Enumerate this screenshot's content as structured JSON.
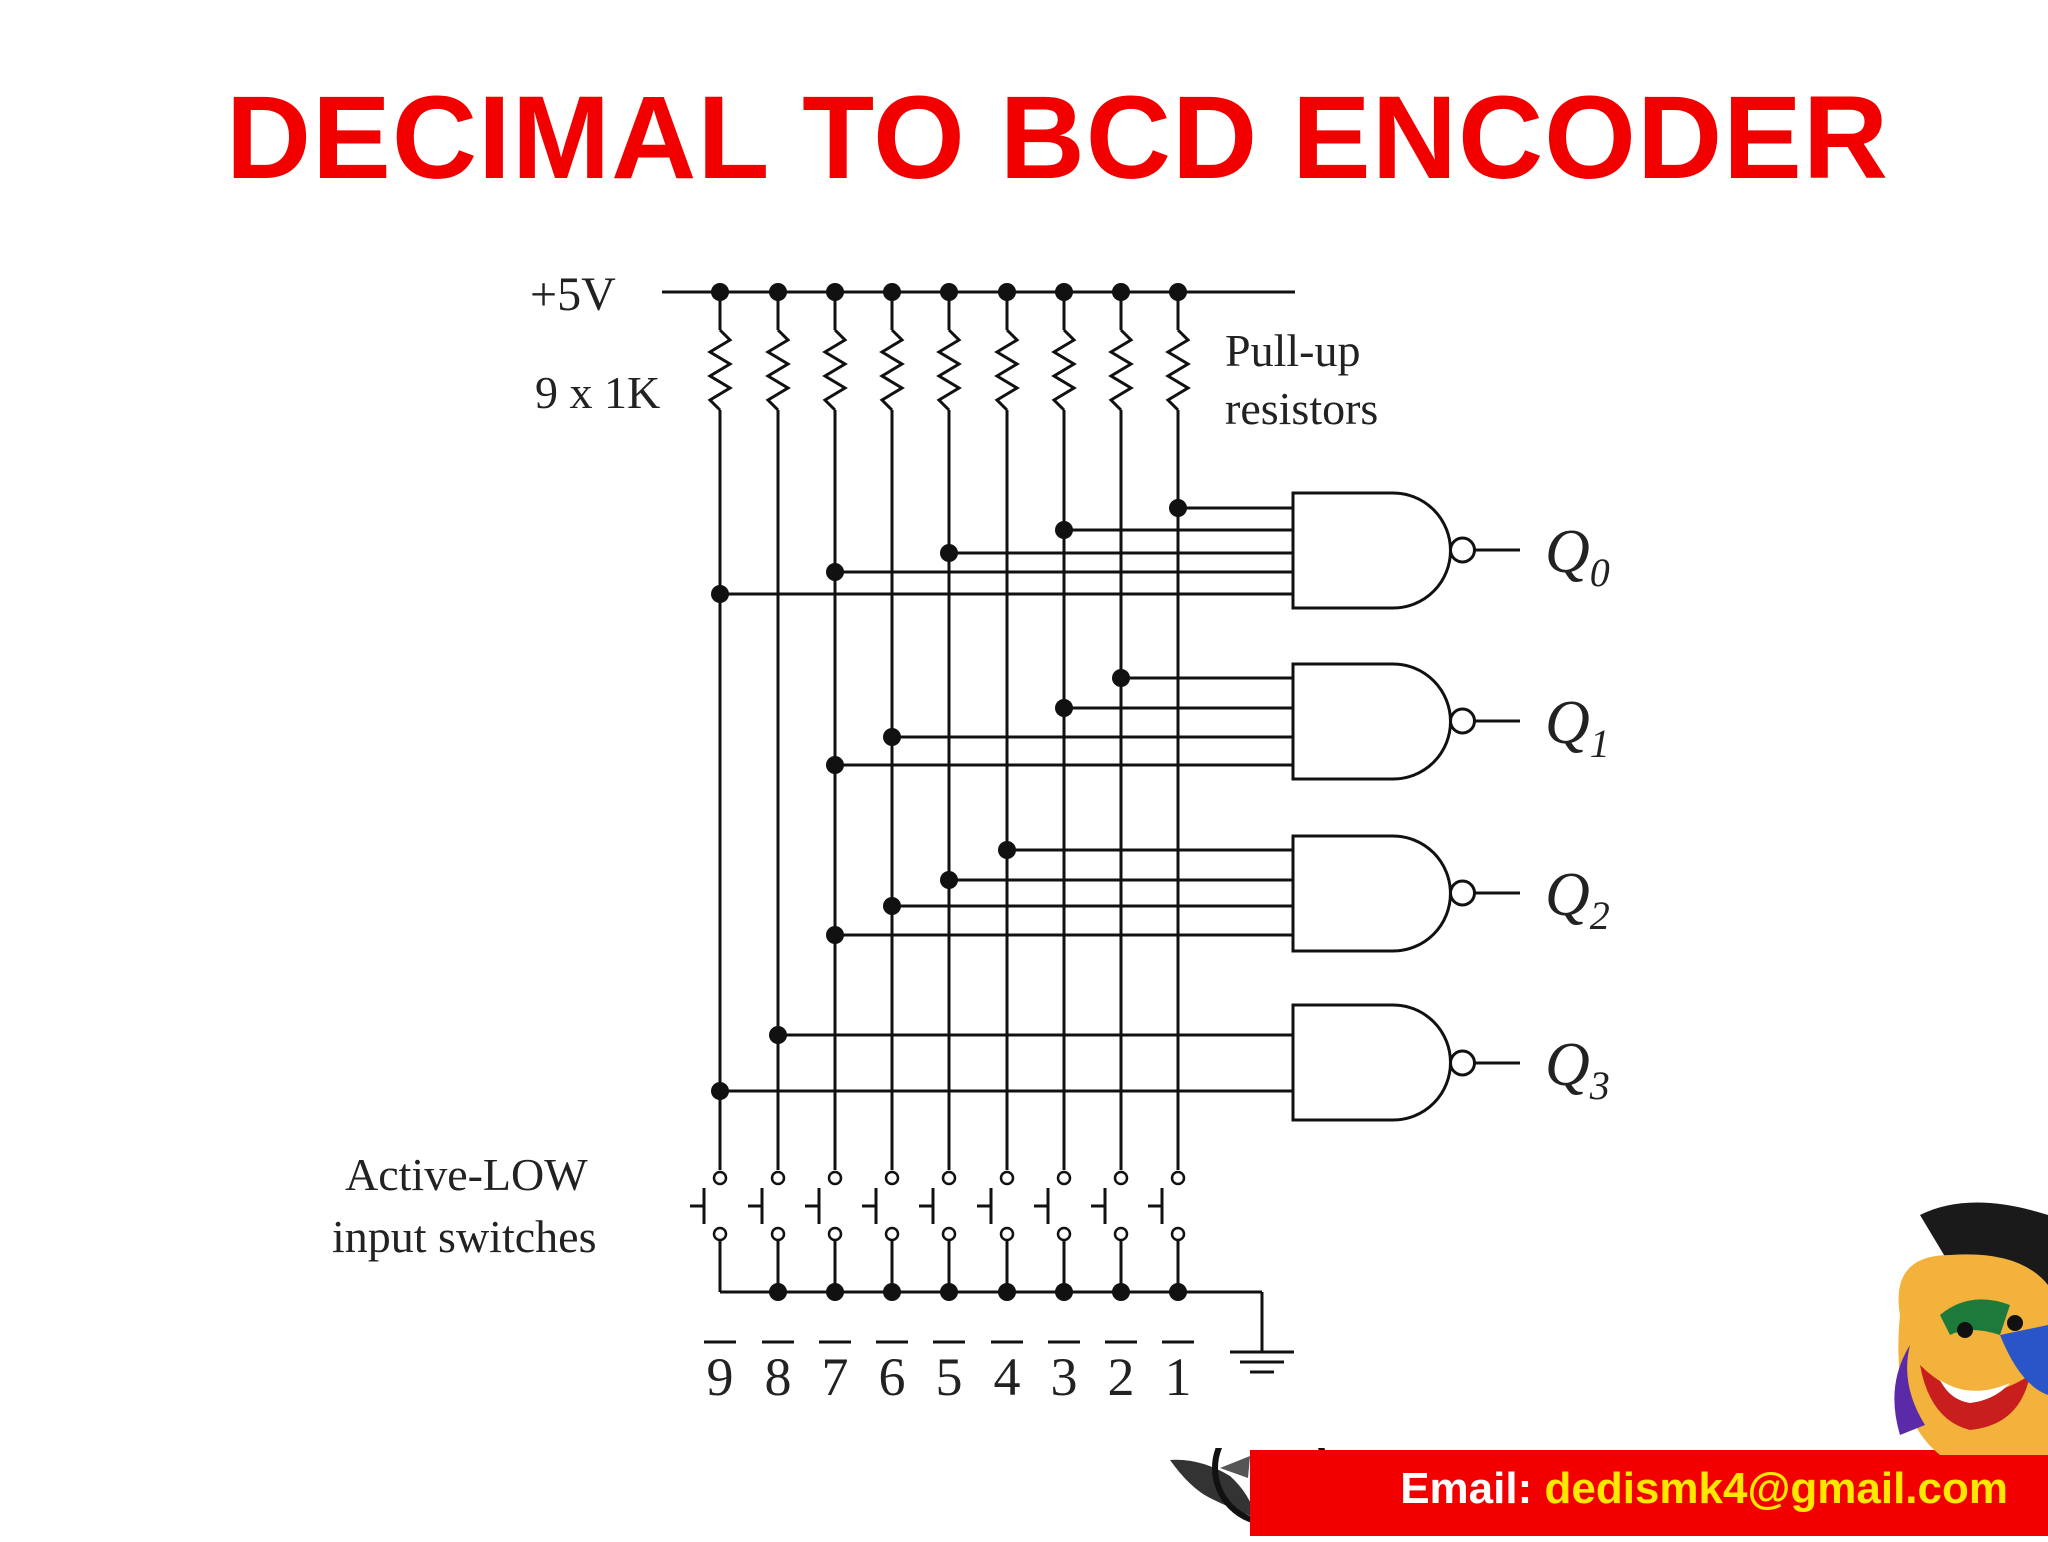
{
  "title": "DECIMAL TO BCD ENCODER",
  "diagram": {
    "supply_label": "+5V",
    "resistor_label": "9 x 1K",
    "pullup_label_line1": "Pull-up",
    "pullup_label_line2": "resistors",
    "switch_label_line1": "Active-LOW",
    "switch_label_line2": "input switches",
    "inputs": [
      "9",
      "8",
      "7",
      "6",
      "5",
      "4",
      "3",
      "2",
      "1"
    ],
    "outputs": [
      {
        "name": "Q",
        "sub": "0"
      },
      {
        "name": "Q",
        "sub": "1"
      },
      {
        "name": "Q",
        "sub": "2"
      },
      {
        "name": "Q",
        "sub": "3"
      }
    ]
  },
  "footer": {
    "email_prefix": "Email: ",
    "email_address": "dedismk4@gmail.com"
  },
  "colors": {
    "title": "#f20000",
    "footer_bg": "#f20000",
    "email_address": "#ffe800",
    "wire": "#111111"
  }
}
